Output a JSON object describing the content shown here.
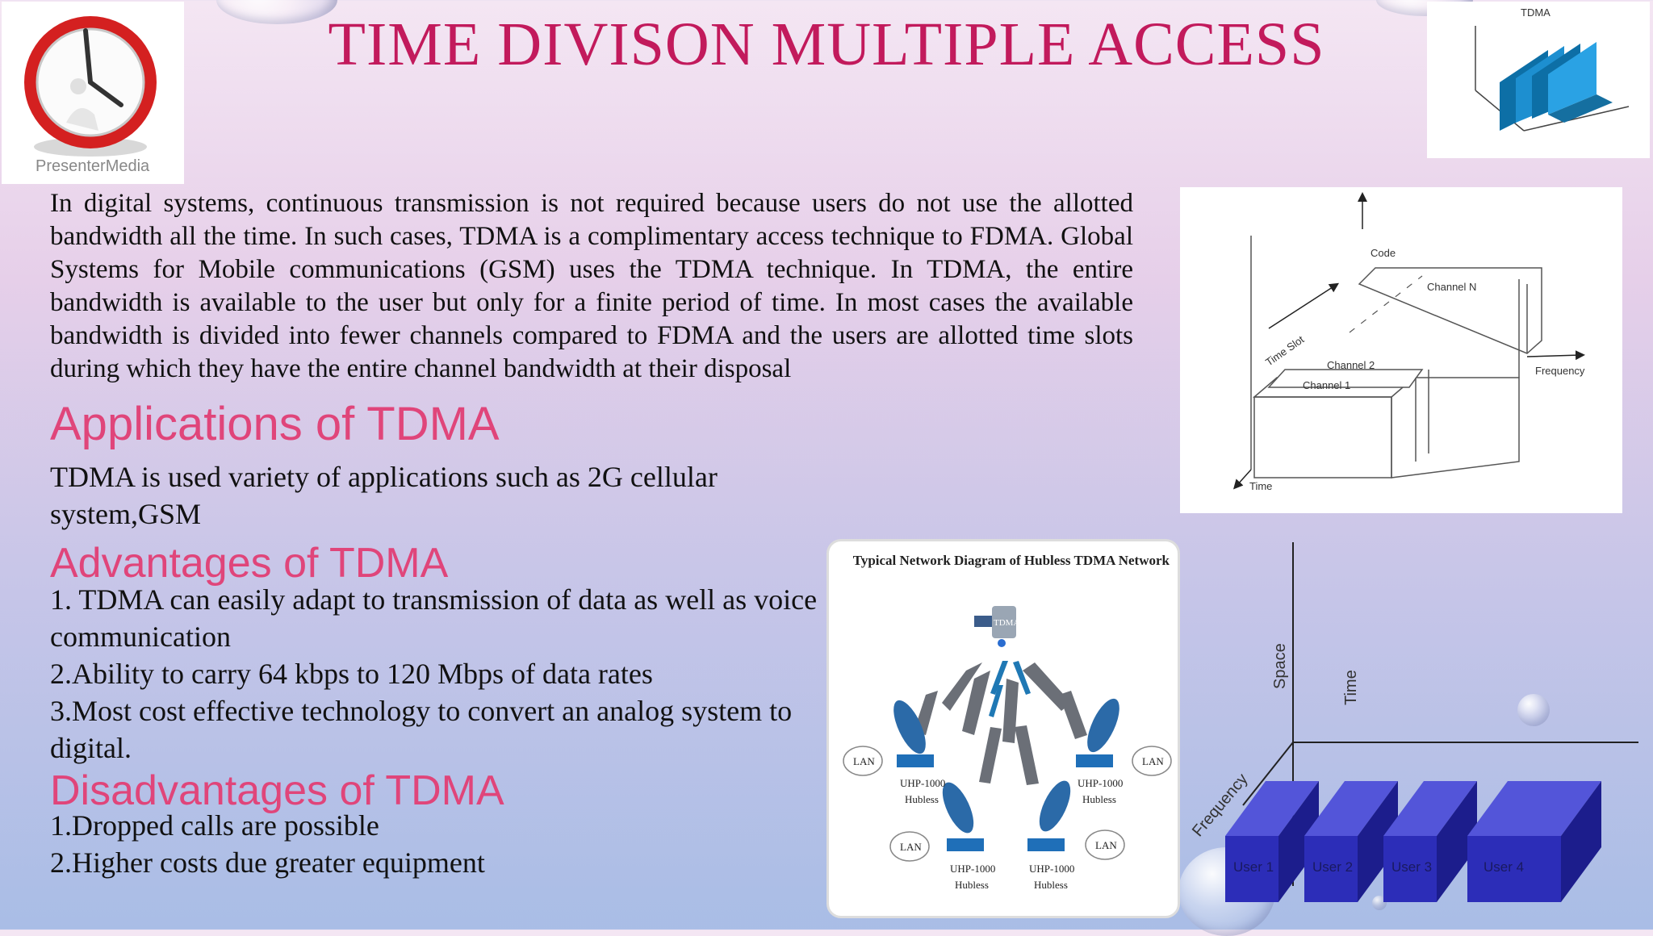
{
  "title": "TIME DIVISON MULTIPLE ACCESS",
  "logo": {
    "text": "PresenterMedia"
  },
  "tdma_thumb": {
    "label": "TDMA"
  },
  "intro": "In digital systems, continuous transmission is not required because users do not use the allotted bandwidth all the time. In such cases, TDMA is a complimentary access technique to FDMA. Global Systems for Mobile communications (GSM) uses the TDMA technique. In TDMA, the entire bandwidth is available to the user but only for a finite period of time. In most cases the available bandwidth is divided into fewer channels compared to FDMA and the users are allotted time slots during which they have the entire channel bandwidth at their disposal",
  "applications": {
    "heading": "Applications of TDMA",
    "text": "TDMA is used variety of applications such as 2G cellular system,GSM"
  },
  "advantages": {
    "heading": "Advantages of TDMA",
    "items": [
      "1. TDMA can easily adapt to transmission of data as well as voice communication",
      "2.Ability to carry 64 kbps to 120 Mbps of data rates",
      "3.Most cost effective technology to convert an analog system to digital."
    ]
  },
  "disadvantages": {
    "heading": "Disadvantages of TDMA",
    "items": [
      "1.Dropped calls are possible",
      "2.Higher costs due greater equipment"
    ]
  },
  "code_diagram": {
    "code": "Code",
    "channel_n": "Channel N",
    "time_slot": "Time Slot",
    "channel_2": "Channel 2",
    "channel_1": "Channel 1",
    "frequency": "Frequency",
    "time": "Time"
  },
  "network_diagram": {
    "title": "Typical Network Diagram of Hubless TDMA Network",
    "satellite": "TDMA",
    "lan": "LAN",
    "node_label_1": "UHP-1000",
    "node_label_2": "Hubless"
  },
  "users_diagram": {
    "space": "Space",
    "time": "Time",
    "frequency": "Frequency",
    "users": [
      "User 1",
      "User 2",
      "User 3",
      "User 4"
    ],
    "block_color": "#2c2db8"
  },
  "colors": {
    "title": "#c21a5c",
    "heading": "#e0457a"
  }
}
